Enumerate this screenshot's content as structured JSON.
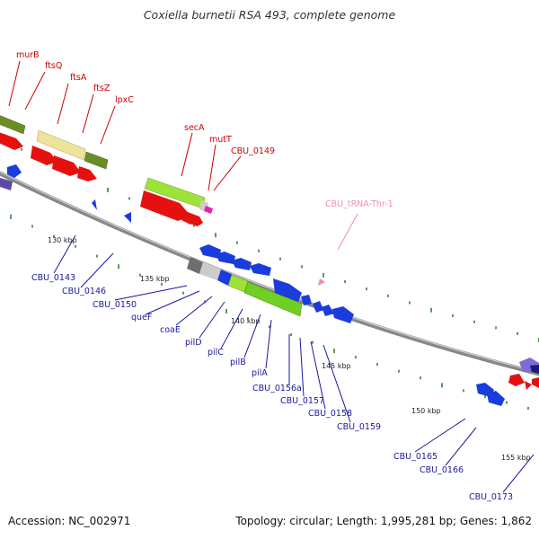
{
  "title": "Coxiella burnetii RSA 493, complete genome",
  "footer": {
    "accession": "Accession: NC_002971",
    "summary": "Topology: circular; Length: 1,995,281 bp; Genes: 1,862"
  },
  "colors": {
    "forward_label": "#cc0000",
    "reverse_label": "#1a1a9c",
    "trna_label": "#f08bb8",
    "cds_forward": "#ee1111",
    "cds_reverse": "#1111ee",
    "backbone": "#8a8a8a",
    "tick": "#1f7a1f"
  },
  "scale_ticks": [
    "130 kbp",
    "135 kbp",
    "140 kbp",
    "145 kbp",
    "150 kbp",
    "155 kbp"
  ],
  "forward_gene_labels": [
    "murB",
    "ftsQ",
    "ftsA",
    "ftsZ",
    "lpxC",
    "secA",
    "mutT",
    "CBU_0149"
  ],
  "trna_gene_labels": [
    "CBU_tRNA-Thr-1"
  ],
  "reverse_gene_labels": [
    "CBU_0143",
    "CBU_0146",
    "CBU_0150",
    "queF",
    "coaE",
    "pilD",
    "pilC",
    "pilB",
    "pilA",
    "CBU_0156a",
    "CBU_0157",
    "CBU_0158",
    "CBU_0159",
    "CBU_0165",
    "CBU_0166",
    "CBU_0173"
  ]
}
